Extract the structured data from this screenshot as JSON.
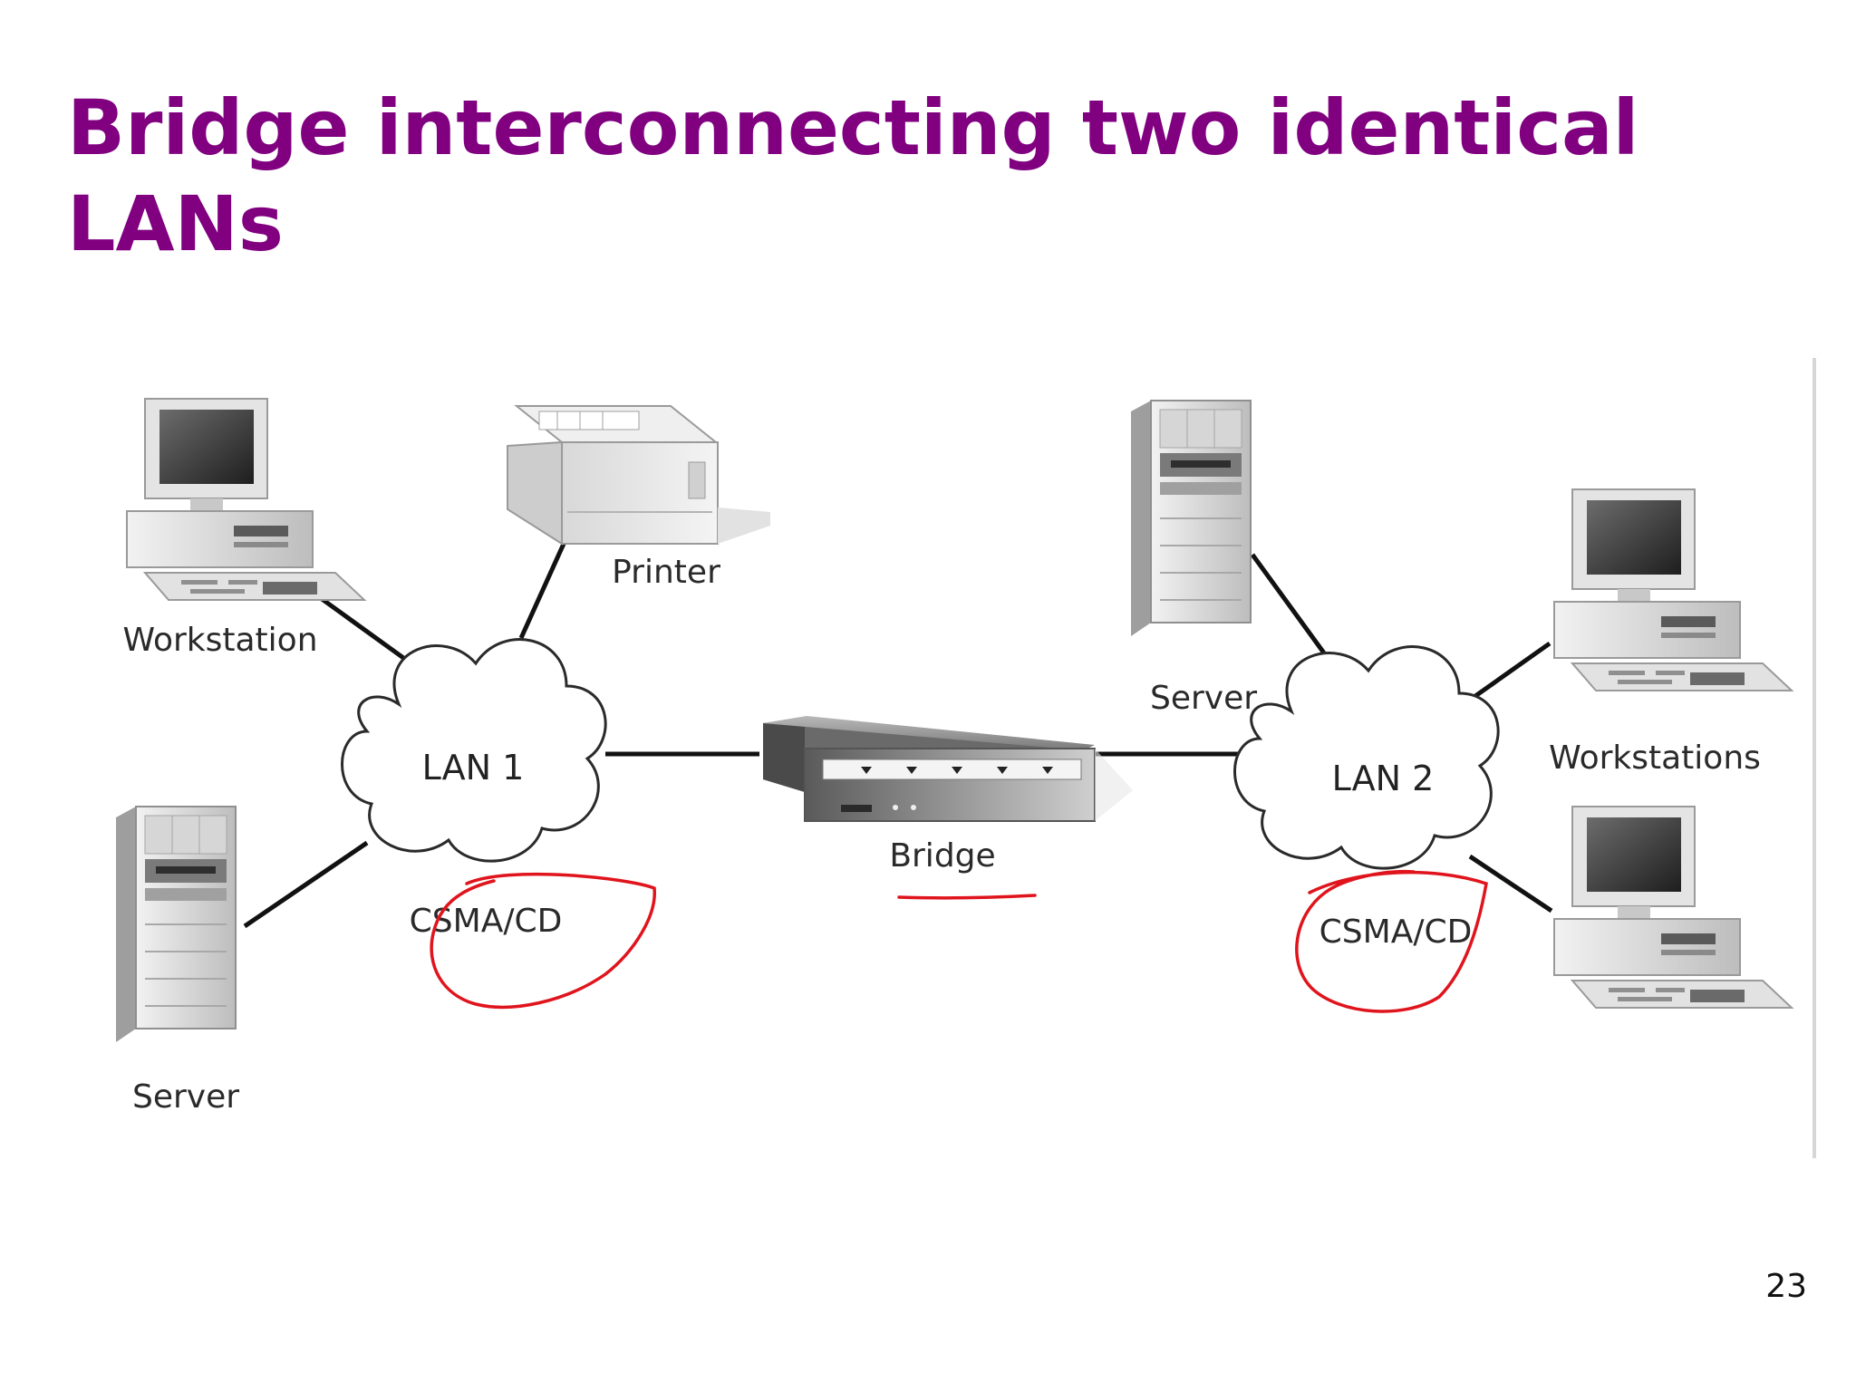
{
  "slide": {
    "title": "Bridge interconnecting two identical LANs",
    "page_number": "23"
  },
  "diagram": {
    "lan1": {
      "label": "LAN 1",
      "protocol": "CSMA/CD",
      "devices": [
        "Workstation",
        "Printer",
        "Server"
      ]
    },
    "bridge": {
      "label": "Bridge"
    },
    "lan2": {
      "label": "LAN 2",
      "protocol": "CSMA/CD",
      "devices": [
        "Server",
        "Workstations"
      ]
    }
  },
  "colors": {
    "title": "#800080",
    "annotation": "#e0141c",
    "link": "#111111"
  }
}
